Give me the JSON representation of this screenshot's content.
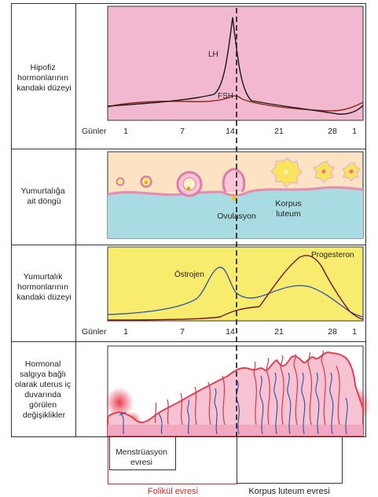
{
  "panels": [
    {
      "label_lines": [
        "Hipofiz",
        "hormonlarının",
        "kandaki düzeyi"
      ]
    },
    {
      "label_lines": [
        "Yumurtalığa",
        "ait döngü"
      ]
    },
    {
      "label_lines": [
        "Yumurtalık",
        "hormonlarının",
        "kandaki düzeyi"
      ]
    },
    {
      "label_lines": [
        "Hormonal",
        "salgıya bağlı",
        "olarak uterus iç",
        "duvarında",
        "görülen",
        "değişiklikler"
      ]
    }
  ],
  "days_axis": {
    "label": "Günler",
    "ticks": [
      "1",
      "7",
      "14",
      "21",
      "28",
      "1"
    ]
  },
  "panel1": {
    "background": "#f2b8d0",
    "series": [
      {
        "name": "LH",
        "color": "#1a1a1a"
      },
      {
        "name": "FSH",
        "color": "#8a2a1a"
      }
    ]
  },
  "panel2": {
    "background_top": "#fbe3c4",
    "background_bottom": "#a9dbe2",
    "labels": {
      "ovulation": "Ovulasyon",
      "corpus_line1": "Korpus",
      "corpus_line2": "luteum"
    }
  },
  "panel3": {
    "background": "#f8ec6e",
    "series": [
      {
        "name": "Östrojen",
        "color": "#3a5aa8"
      },
      {
        "name": "Progesteron",
        "color": "#7a1030"
      }
    ]
  },
  "phases": {
    "menstruation_line1": "Menstrüasyon",
    "menstruation_line2": "evresi",
    "follicular": "Folikül evresi",
    "luteal": "Korpus luteum evresi",
    "follicular_color": "#d62828"
  }
}
